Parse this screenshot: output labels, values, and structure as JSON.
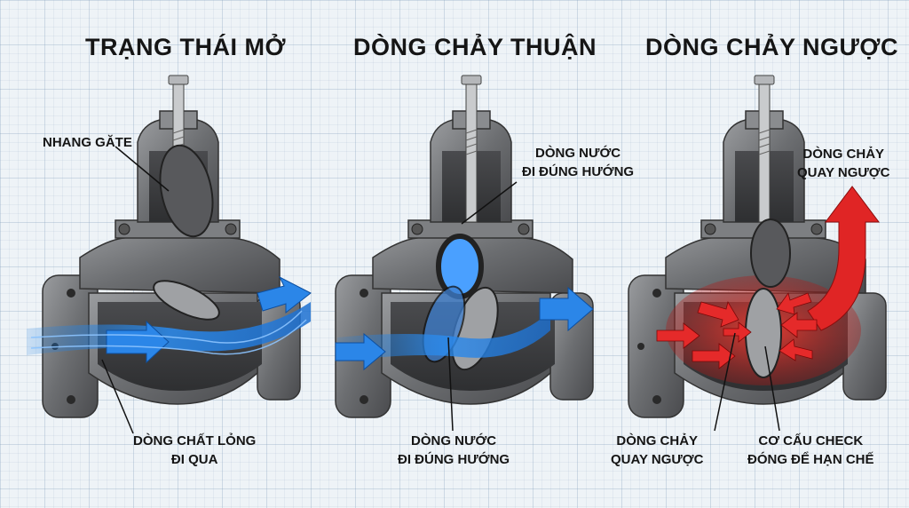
{
  "panels": [
    {
      "title": "TRẠNG THÁI MỞ",
      "callout_top": [
        "NHANG GĂTE"
      ],
      "callout_bottom": [
        "DÒNG CHẤT LỎNG",
        "ĐI QUA"
      ]
    },
    {
      "title": "DÒNG CHẢY THUẬN",
      "callout_top": [
        "DÒNG NƯỚC",
        "ĐI ĐÚNG HƯỚNG"
      ],
      "callout_bottom": [
        "DÒNG NƯỚC",
        "ĐI ĐÚNG HƯỚNG"
      ]
    },
    {
      "title": "DÒNG CHẢY NGƯỢC",
      "callout_top": [
        "DÒNG CHẢY",
        "QUAY NGƯỢC"
      ],
      "callout_bottom_left": [
        "DÒNG CHẢY",
        "QUAY NGƯỢC"
      ],
      "callout_bottom_right": [
        "CƠ CẤU CHECK",
        "ĐÓNG ĐỂ HẠN CHẾ"
      ]
    }
  ],
  "colors": {
    "forward_flow": "#1f7fe0",
    "reverse_flow": "#e02525",
    "valve_body": "#6e7073",
    "valve_cut": "#3b3c3e",
    "background": "#eef3f7"
  }
}
